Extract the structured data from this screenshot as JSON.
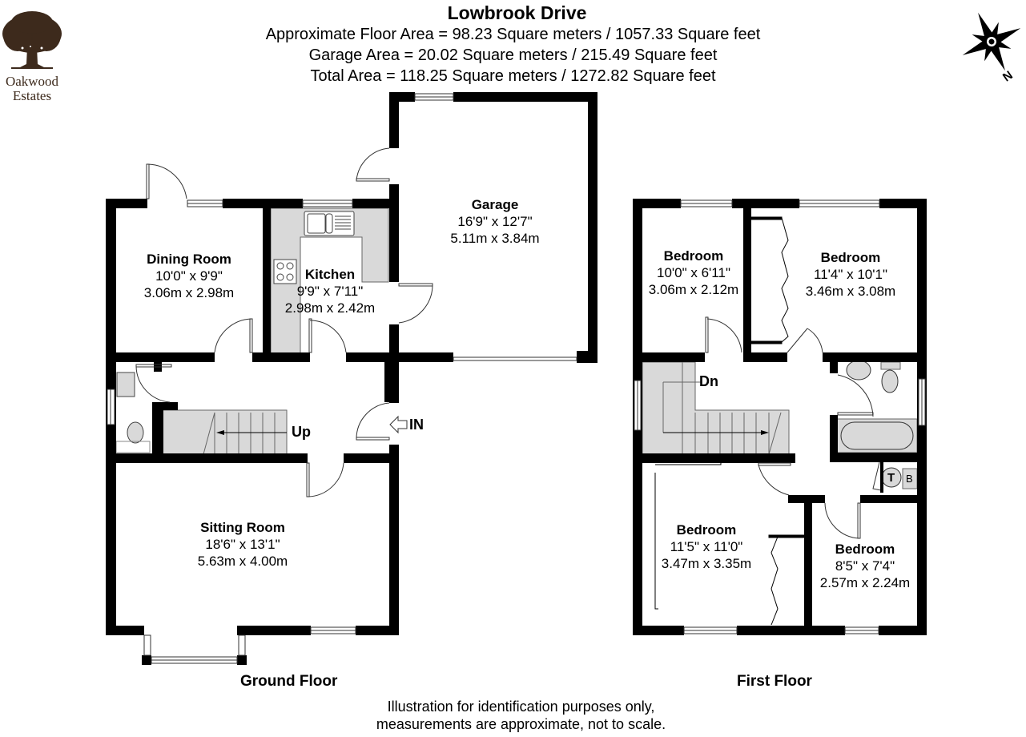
{
  "header": {
    "title": "Lowbrook Drive",
    "floor_area": "Approximate Floor Area = 98.23 Square meters / 1057.33 Square feet",
    "garage_area": "Garage Area = 20.02 Square meters / 215.49 Square feet",
    "total_area": "Total Area = 118.25 Square meters / 1272.82 Square feet"
  },
  "logo": {
    "line1": "Oakwood",
    "line2": "Estates",
    "color": "#3d2a1c"
  },
  "compass": {
    "label": "N",
    "icon": "compass-rose-icon"
  },
  "ground_floor": {
    "title": "Ground Floor",
    "rooms": [
      {
        "name": "Dining Room",
        "imperial": "10'0\" x 9'9\"",
        "metric": "3.06m x 2.98m"
      },
      {
        "name": "Kitchen",
        "imperial": "9'9\" x 7'11\"",
        "metric": "2.98m x 2.42m"
      },
      {
        "name": "Garage",
        "imperial": "16'9\" x 12'7\"",
        "metric": "5.11m x 3.84m"
      },
      {
        "name": "Sitting Room",
        "imperial": "18'6\" x 13'1\"",
        "metric": "5.63m x 4.00m"
      }
    ],
    "stairs_label": "Up",
    "entrance_label": "IN"
  },
  "first_floor": {
    "title": "First Floor",
    "rooms": [
      {
        "name": "Bedroom",
        "imperial": "10'0\" x 6'11\"",
        "metric": "3.06m x 2.12m"
      },
      {
        "name": "Bedroom",
        "imperial": "11'4\" x 10'1\"",
        "metric": "3.46m x 3.08m"
      },
      {
        "name": "Bedroom",
        "imperial": "11'5\" x 11'0\"",
        "metric": "3.47m x 3.35m"
      },
      {
        "name": "Bedroom",
        "imperial": "8'5\" x 7'4\"",
        "metric": "2.57m x 2.24m"
      }
    ],
    "stairs_label": "Dn",
    "tank_label": "T",
    "boiler_label": "B"
  },
  "disclaimer": {
    "line1": "Illustration for identification purposes only,",
    "line2": "measurements are approximate, not to scale."
  },
  "colors": {
    "wall": "#000000",
    "fixture_fill": "#d9d9d9",
    "background": "#ffffff"
  }
}
